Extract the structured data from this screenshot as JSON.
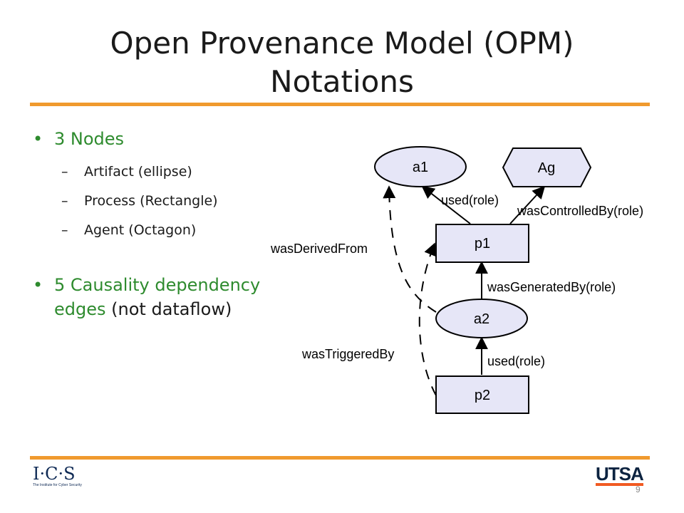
{
  "slide": {
    "title_line1": "Open Provenance Model (OPM)",
    "title_line2": "Notations",
    "page_number": "9"
  },
  "bullets": [
    {
      "text": "3 Nodes",
      "subitems": [
        "Artifact (ellipse)",
        "Process (Rectangle)",
        "Agent (Octagon)"
      ]
    },
    {
      "text_green": "5 Causality dependency edges",
      "text_dark": "(not dataflow)"
    }
  ],
  "diagram": {
    "nodes": {
      "a1": "a1",
      "ag": "Ag",
      "p1": "p1",
      "a2": "a2",
      "p2": "p2"
    },
    "edges": {
      "used_1": "used(role)",
      "was_controlled_by": "wasControlledBy(role)",
      "was_derived_from": "wasDerivedFrom",
      "was_generated_by": "wasGeneratedBy(role)",
      "was_triggered_by": "wasTriggeredBy",
      "used_2": "used(role)"
    },
    "colors": {
      "node_fill": "#e6e6f7",
      "stroke": "#000000"
    }
  },
  "logos": {
    "left_text": "I·C·S",
    "left_tagline": "The Institute for Cyber Security",
    "right_text": "UTSA"
  },
  "colors": {
    "accent_rule": "#f09a2e",
    "bullet_green": "#2e8b2e"
  }
}
